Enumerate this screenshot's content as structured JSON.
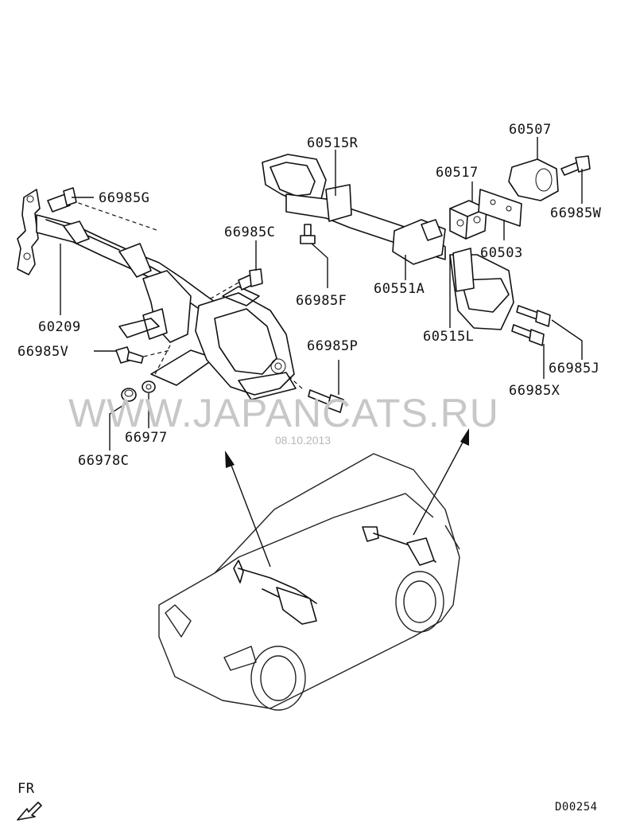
{
  "watermark": "WWW.JAPANCATS.RU",
  "date": "08.10.2013",
  "diagram_code": "D00254",
  "front_indicator": "FR",
  "parts": {
    "p66985G": "66985G",
    "p60209": "60209",
    "p66985V": "66985V",
    "p66977": "66977",
    "p66978C": "66978C",
    "p66985C": "66985C",
    "p66985F": "66985F",
    "p66985P": "66985P",
    "p60515R": "60515R",
    "p60551A": "60551A",
    "p60515L": "60515L",
    "p60517": "60517",
    "p60503": "60503",
    "p60507": "60507",
    "p66985W": "66985W",
    "p66985J": "66985J",
    "p66985X": "66985X"
  }
}
